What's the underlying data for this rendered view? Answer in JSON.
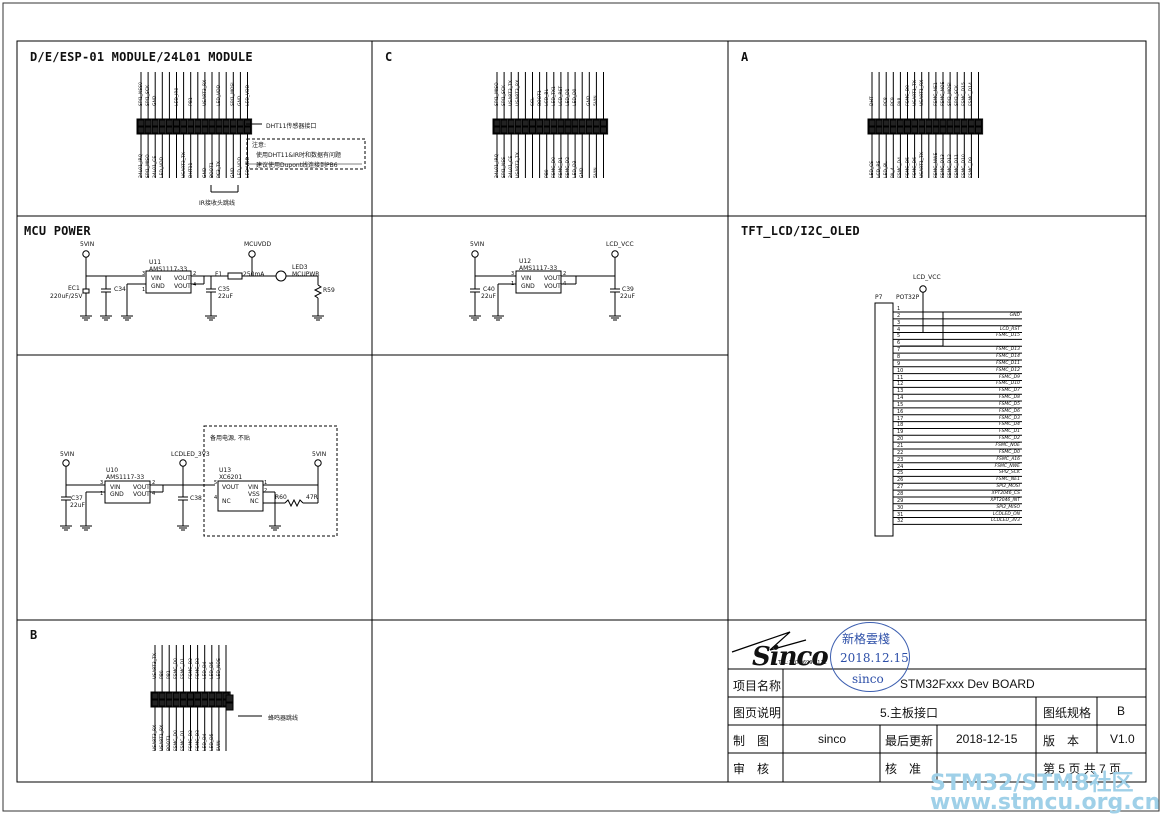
{
  "panels": {
    "esp": "D/E/ESP-01 MODULE/24L01 MODULE",
    "c": "C",
    "a": "A",
    "mcu_power": "MCU POWER",
    "tft": "TFT_LCD/I2C_OLED",
    "b": "B"
  },
  "header_esp": {
    "top_pins": [
      "SPI1_NSS0",
      "SPI1_SCK",
      "GND",
      "",
      "",
      "LED_IR0",
      "",
      "PB1",
      "",
      "USART3_RX",
      "",
      "LED_VDD",
      "",
      "SPI1_MOSI",
      "GND",
      "LED_VDD"
    ],
    "bottom_pins": [
      "24L01_IRQ",
      "SPI1_MISO",
      "24L01_CE",
      "LED_VDD",
      "",
      "",
      "USART3_TX",
      "DHT11",
      "",
      "GND",
      "BOOT1",
      "PC3_TX",
      "",
      "GND",
      "LED_VDD",
      "LED_VDD"
    ],
    "dht11_label": "DHT11传感器接口",
    "note_title": "注意:",
    "note_line1": "使用DHT11&IR时和数据有问题",
    "note_line2": "建议使用Dupont线连接到PB6",
    "ir_label": "IR接收头跳线"
  },
  "header_c": {
    "top_pins": [
      "SPI1_MISO",
      "SPI1_SCK",
      "USART3_TX",
      "USART3_RX",
      "",
      "SCL",
      "BOOT1",
      "LCD_BL",
      "LED_TX1",
      "LCD_RST",
      "LED_D1",
      "LED_D0",
      "",
      "GND",
      "5VIN",
      ""
    ],
    "bottom_pins": [
      "24L01_IRQ",
      "SPI1_NSS",
      "24L01_CE",
      "USART3_TX",
      "",
      "",
      "",
      "PB0",
      "FSMC_D0",
      "FSMC_D1",
      "FSMC_D2",
      "LED_D3",
      "GND",
      "",
      "5VIN",
      ""
    ]
  },
  "header_a": {
    "top_pins": [
      "DHT",
      "",
      "PC8",
      "PC9",
      "PA8",
      "FSMC_D0",
      "USART1_TX",
      "USART1_RX",
      "",
      "FSMC_NE1",
      "FSMC_NOE",
      "SPI2_MOSI",
      "SPI2_SCK",
      "FSMC_D15",
      "FSMC_D14",
      ""
    ],
    "bottom_pins": [
      "LED_CS",
      "LCD_RS",
      "LED_BL",
      "PA_4",
      "FSMC_D4",
      "FSMC_D5",
      "FSMC_D6",
      "USART1_TX",
      "",
      "FSMC_NWE",
      "FSMC_D13",
      "FSMC_D12",
      "FSMC_D11",
      "FSMC_D10",
      "FSMC_D9",
      ""
    ]
  },
  "header_b": {
    "top_pins": [
      "USART3_TX",
      "PB0",
      "PB1",
      "FSMC_D0",
      "FSMC_D1",
      "FSMC_D2",
      "FSMC_D3",
      "LED_D4",
      "LED_D5",
      "LED_NOE",
      ""
    ],
    "bottom_pins": [
      "USART3_RX",
      "USART1_RX",
      "BOOT1",
      "FSMC_D0",
      "FSMC_D1",
      "FSMC_D2",
      "FSMC_D3",
      "LED_D4",
      "LED_D5",
      "5VIN",
      ""
    ],
    "buzzer_label": "蜂鸣器跳线"
  },
  "mcu_power": {
    "net_5vin": "5VIN",
    "net_mcuvdd": "MCUVDD",
    "ec1": "EC1",
    "ec1_val": "220uF/25V",
    "c34": "C34",
    "u11": "U11",
    "u11_part": "AMS1117-33",
    "vin": "VIN",
    "gnd": "GND",
    "vout": "VOUT",
    "f1": "F1",
    "f1_val": "250mA",
    "c35": "C35",
    "c35_val": "22uF",
    "led3": "LED3",
    "led3_name": "MCUPWR",
    "r59": "R59"
  },
  "lcd_power": {
    "net_5vin": "5VIN",
    "net_lcdvcc": "LCD_VCC",
    "u12": "U12",
    "u12_part": "AMS1117-33",
    "c40": "C40",
    "c40_val": "22uF",
    "c39": "C39",
    "c39_val": "22uF"
  },
  "oled_power": {
    "net_5vin_a": "5VIN",
    "net_lcdled": "LCDLED_3V3",
    "net_5vin_b": "5VIN",
    "u10": "U10",
    "u10_part": "AMS1117-33",
    "c37": "C37",
    "c37_val": "22uF",
    "c38": "C38",
    "note": "备用电源, 不贴",
    "u13": "U13",
    "u13_part": "XC6201",
    "vss": "VSS",
    "nc": "NC",
    "r60": "R60",
    "r60_val": "47R"
  },
  "tft": {
    "net": "LCD_VCC",
    "connector": "P7",
    "connector_part": "POT32P",
    "pins": [
      "1",
      "2",
      "3",
      "4",
      "5",
      "6",
      "7",
      "8",
      "9",
      "10",
      "11",
      "12",
      "13",
      "14",
      "15",
      "16",
      "17",
      "18",
      "19",
      "20",
      "21",
      "22",
      "23",
      "24",
      "25",
      "26",
      "27",
      "28",
      "29",
      "30",
      "31",
      "32"
    ],
    "signals": [
      "",
      "GND",
      "",
      "LCD_RST",
      "FSMC_D15",
      "",
      "FSMC_D13",
      "FSMC_D14",
      "FSMC_D11",
      "FSMC_D12",
      "FSMC_D9",
      "FSMC_D10",
      "FSMC_D7",
      "FSMC_D8",
      "FSMC_D5",
      "FSMC_D6",
      "FSMC_D3",
      "FSMC_D4",
      "FSMC_D1",
      "FSMC_D2",
      "FSMC_NOE",
      "FSMC_D0",
      "FSMC_A16",
      "FSMC_NWE",
      "SPI2_SCK",
      "FSMC_NE1",
      "SPI2_MOSI",
      "XPT2046_CS",
      "XPT2046_INT",
      "SPI2_MISO",
      "LCDLED_ON",
      "LCDLED_3V3"
    ]
  },
  "title_block": {
    "logo": "Sinco",
    "tel": "TEL:170.9699.6112",
    "stamp_line1": "新格雲棧",
    "stamp_date": "2018.12.15",
    "stamp_line3": "sinco",
    "label_project": "项目名称",
    "project": "STM32Fxxx Dev BOARD",
    "label_page_desc": "图页说明",
    "page_desc": "5.主板接口",
    "label_size": "图纸规格",
    "size": "B",
    "label_drawn": "制　图",
    "drawn": "sinco",
    "label_updated": "最后更新",
    "updated": "2018-12-15",
    "label_version": "版　本",
    "version": "V1.0",
    "label_review": "审　核",
    "label_approve": "核　准",
    "page_info": "第 5 页 共 7 页"
  },
  "watermark": {
    "line1": "STM32/STM8社区",
    "line2": "www.stmcu.org.cn"
  }
}
